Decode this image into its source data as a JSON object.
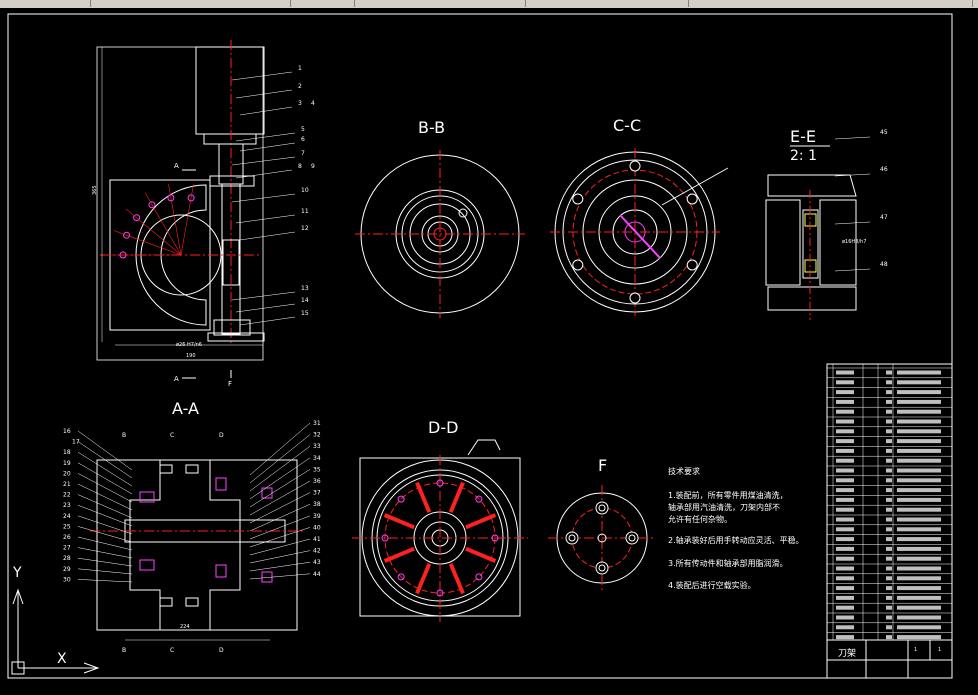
{
  "title_block": {
    "name": "刀架",
    "scale": "1",
    "sheet": "1"
  },
  "views": {
    "bb": "B-B",
    "cc": "C-C",
    "ee": "E-E",
    "ee_scale": "2: 1",
    "aa": "A-A",
    "dd": "D-D",
    "f": "F"
  },
  "section_marks": {
    "a1": "A",
    "a2": "A",
    "f": "F",
    "b1": "B",
    "b2": "B",
    "c1": "C",
    "c2": "C",
    "d1": "D",
    "d2": "D"
  },
  "tech_requirements": {
    "title": "技术要求",
    "items": [
      "1.装配前，所有零件用煤油清洗，",
      "轴承部用汽油清洗，刀架内部不",
      "允许有任何杂物。",
      "2.轴承装好后用手转动应灵活、平稳。",
      "3.所有传动件和轴承部用脂润滑。",
      "4.装配后进行空载实验。"
    ]
  },
  "top_callouts": [
    "1",
    "2",
    "3",
    "4",
    "5",
    "6",
    "7",
    "8",
    "9",
    "10",
    "11",
    "12",
    "13",
    "14",
    "15"
  ],
  "aa_left_callouts": [
    "16",
    "17",
    "18",
    "19",
    "20",
    "21",
    "22",
    "23",
    "24",
    "25",
    "26",
    "27",
    "28",
    "29",
    "30"
  ],
  "aa_right_callouts": [
    "31",
    "32",
    "33",
    "34",
    "35",
    "36",
    "37",
    "38",
    "39",
    "40",
    "41",
    "42",
    "43",
    "44"
  ],
  "ee_callouts": [
    "45",
    "46",
    "47",
    "48"
  ],
  "ucs": {
    "x": "X",
    "y": "Y"
  },
  "colors": {
    "background": "#000000",
    "outline": "#ffffff",
    "centerline": "#ff2020",
    "hidden": "#ff40ff",
    "toolbar": "#d4d0c8"
  }
}
